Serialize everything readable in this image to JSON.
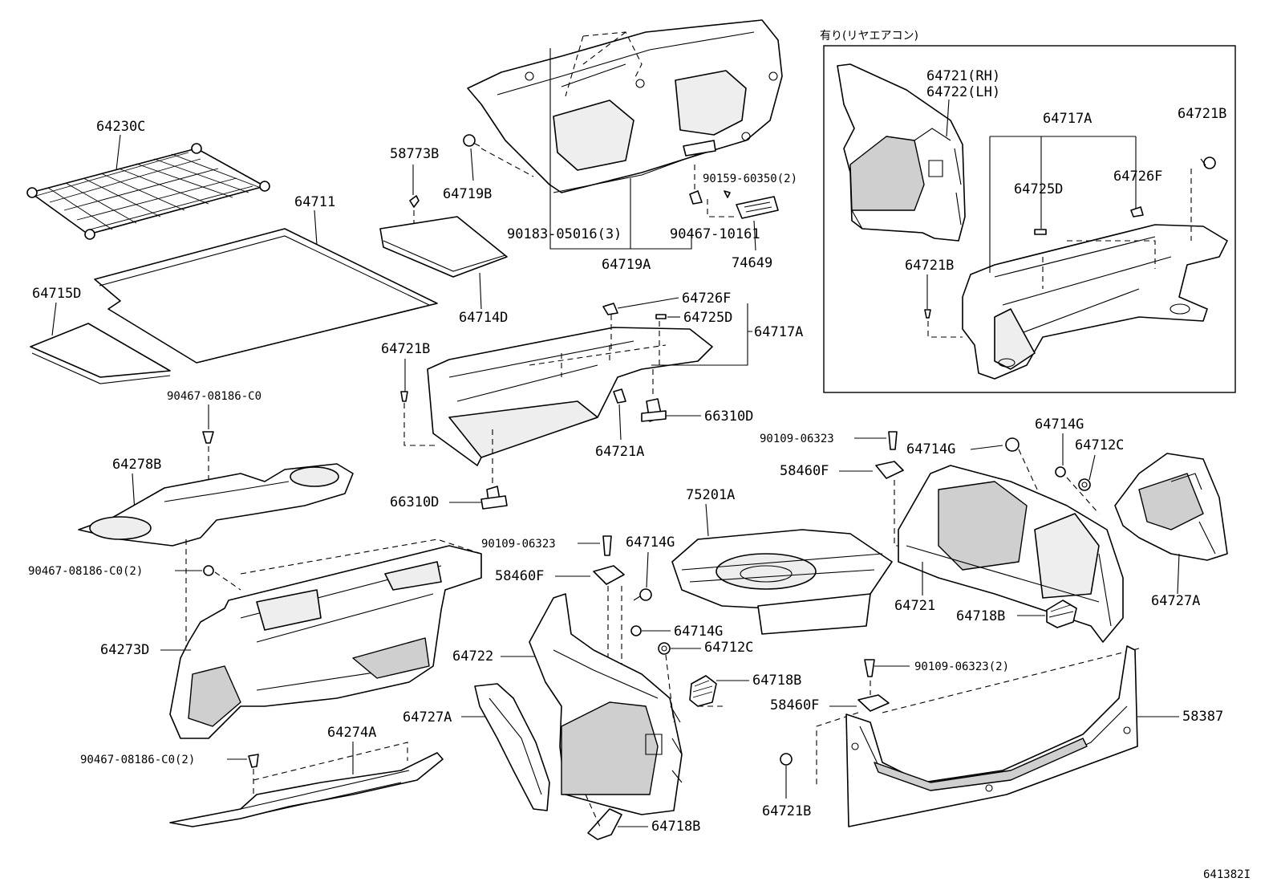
{
  "inset": {
    "title": "有り(リヤエアコン)",
    "labels": [
      "64721(RH)",
      "64722(LH)",
      "64717A",
      "64721B",
      "64725D",
      "64726F",
      "64721B"
    ]
  },
  "labels": {
    "l64230C": "64230C",
    "l64711": "64711",
    "l64715D": "64715D",
    "l58773B": "58773B",
    "l64719B": "64719B",
    "l64714D": "64714D",
    "l90183": "90183-05016(3)",
    "l64719A": "64719A",
    "l90159": "90159-60350(2)",
    "l90467_10161": "90467-10161",
    "l74649": "74649",
    "l64726F": "64726F",
    "l64725D": "64725D",
    "l64717A": "64717A",
    "l64721B_mid": "64721B",
    "l66310D_a": "66310D",
    "l64721A": "64721A",
    "l66310D_b": "66310D",
    "l90467_C0": "90467-08186-C0",
    "l64278B": "64278B",
    "l90467_C0_2a": "90467-08186-C0(2)",
    "l64273D": "64273D",
    "l64274A": "64274A",
    "l90467_C0_2b": "90467-08186-C0(2)",
    "l90109_a": "90109-06323",
    "l58460F_a": "58460F",
    "l64714G_a": "64714G",
    "l64722": "64722",
    "l64727A_a": "64727A",
    "l64714G_b": "64714G",
    "l64712C_a": "64712C",
    "l64718B_a": "64718B",
    "l64718B_b": "64718B",
    "l75201A": "75201A",
    "l90109_b": "90109-06323",
    "l58460F_b": "58460F",
    "l64714G_c": "64714G",
    "l64714G_d": "64714G",
    "l64712C_b": "64712C",
    "l64721": "64721",
    "l64718B_c": "64718B",
    "l64727A_b": "64727A",
    "l90109_c": "90109-06323(2)",
    "l58460F_c": "58460F",
    "l58387": "58387",
    "l64721B_bot": "64721B",
    "l64721B_inset_a": "64721B",
    "l64721B_inset_b": "64721B"
  },
  "footer": {
    "code": "641382I"
  }
}
